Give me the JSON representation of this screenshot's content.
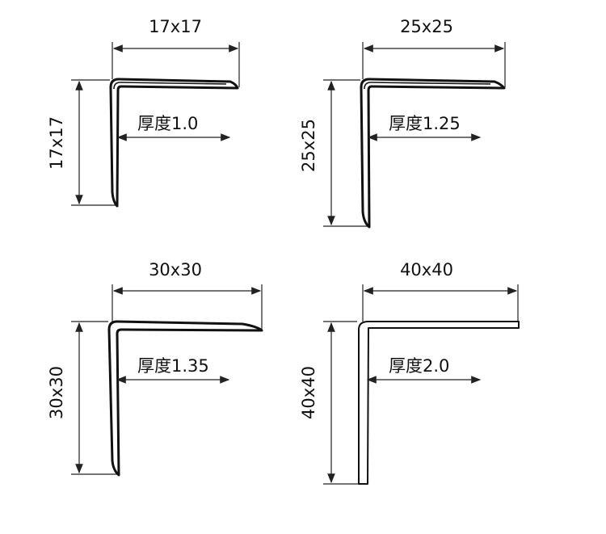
{
  "profiles": [
    {
      "size_label": "17x17",
      "thickness_label": "厚度1.0"
    },
    {
      "size_label": "25x25",
      "thickness_label": "厚度1.25"
    },
    {
      "size_label": "30x30",
      "thickness_label": "厚度1.35"
    },
    {
      "size_label": "40x40",
      "thickness_label": "厚度2.0"
    }
  ]
}
